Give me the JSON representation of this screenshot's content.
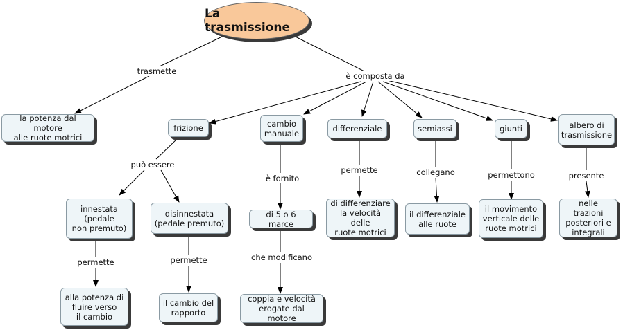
{
  "root": {
    "label": "La trasmissione"
  },
  "nodes": {
    "potenza": "la potenza dal motore\nalle ruote motrici",
    "frizione": "frizione",
    "cambio": "cambio\nmanuale",
    "differenziale": "differenziale",
    "semiassi": "semiassi",
    "giunti": "giunti",
    "albero": "albero di\ntrasmissione",
    "innestata": "innestata\n(pedale\nnon premuto)",
    "disinnestata": "disinnestata\n(pedale premuto)",
    "marce": "di 5 o 6 marce",
    "diff_desc": "di differenziare\nla velocità delle\nruote motrici",
    "semi_desc": "il differenziale\nalle ruote",
    "giunti_desc": "il movimento\nverticale delle\nruote motrici",
    "albero_desc": "nelle trazioni\nposteriori e\nintegrali",
    "fluire": "alla potenza di\nfluire verso\nil cambio",
    "rapporto": "il cambio del\nrapporto",
    "coppia": "coppia e velocità\nerogate dal motore"
  },
  "links": {
    "trasmette": "trasmette",
    "composta": "è composta da",
    "puo_essere": "può essere",
    "fornito": "è fornito",
    "permette_diff": "permette",
    "collegano": "collegano",
    "permettono": "permettono",
    "presente": "presente",
    "permette_inn": "permette",
    "permette_dis": "permette",
    "modificano": "che modificano"
  }
}
